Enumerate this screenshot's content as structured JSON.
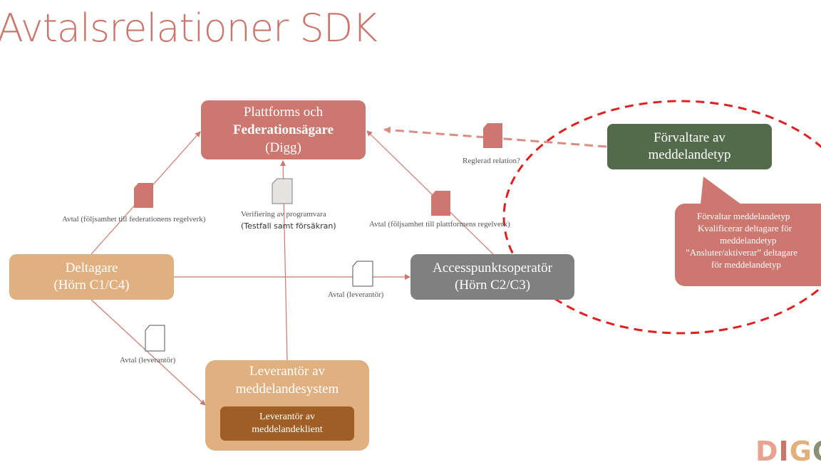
{
  "title": "Avtalsrelationer SDK",
  "colors": {
    "owner_box": "#cc776f",
    "participant_box": "#e0b081",
    "operator_box": "#808080",
    "manager_box": "#546b4b",
    "client_box": "#9e5e25",
    "dashed_red": "#e02020"
  },
  "nodes": {
    "owner": {
      "line1": "Plattforms och",
      "line2": "Federationsägare",
      "line3": "(Digg)"
    },
    "participant": {
      "line1": "Deltagare",
      "line2": "(Hörn C1/C4)"
    },
    "operator": {
      "line1": "Accesspunktsoperatör",
      "line2": "(Hörn C2/C3)"
    },
    "supplier": {
      "line1": "Leverantör av",
      "line2": "meddelandesystem"
    },
    "client": {
      "line1": "Leverantör av",
      "line2": "meddelandeklient"
    },
    "manager": {
      "line1": "Förvaltare av",
      "line2": "meddelandetyp"
    }
  },
  "labels": {
    "agreement_federation": "Avtal (följsamhet till federationens regelverk)",
    "verification_line1": "Verifiering av programvara",
    "verification_line2": "(Testfall samt försäkran)",
    "agreement_platform": "Avtal (följsamhet till plattformens regelverk)",
    "regulated_relation": "Reglerad relation?",
    "agreement_supplier_right": "Avtal (leverantör)",
    "agreement_supplier_left": "Avtal (leverantör)"
  },
  "bubble": {
    "lines": [
      "Förvaltar meddelandetyp",
      "Kvalificerar deltagare för",
      "meddelandetyp",
      "”Ansluter/aktiverar” deltagare",
      "för meddelandetyp"
    ]
  },
  "logo": {
    "text": "DIGG"
  }
}
